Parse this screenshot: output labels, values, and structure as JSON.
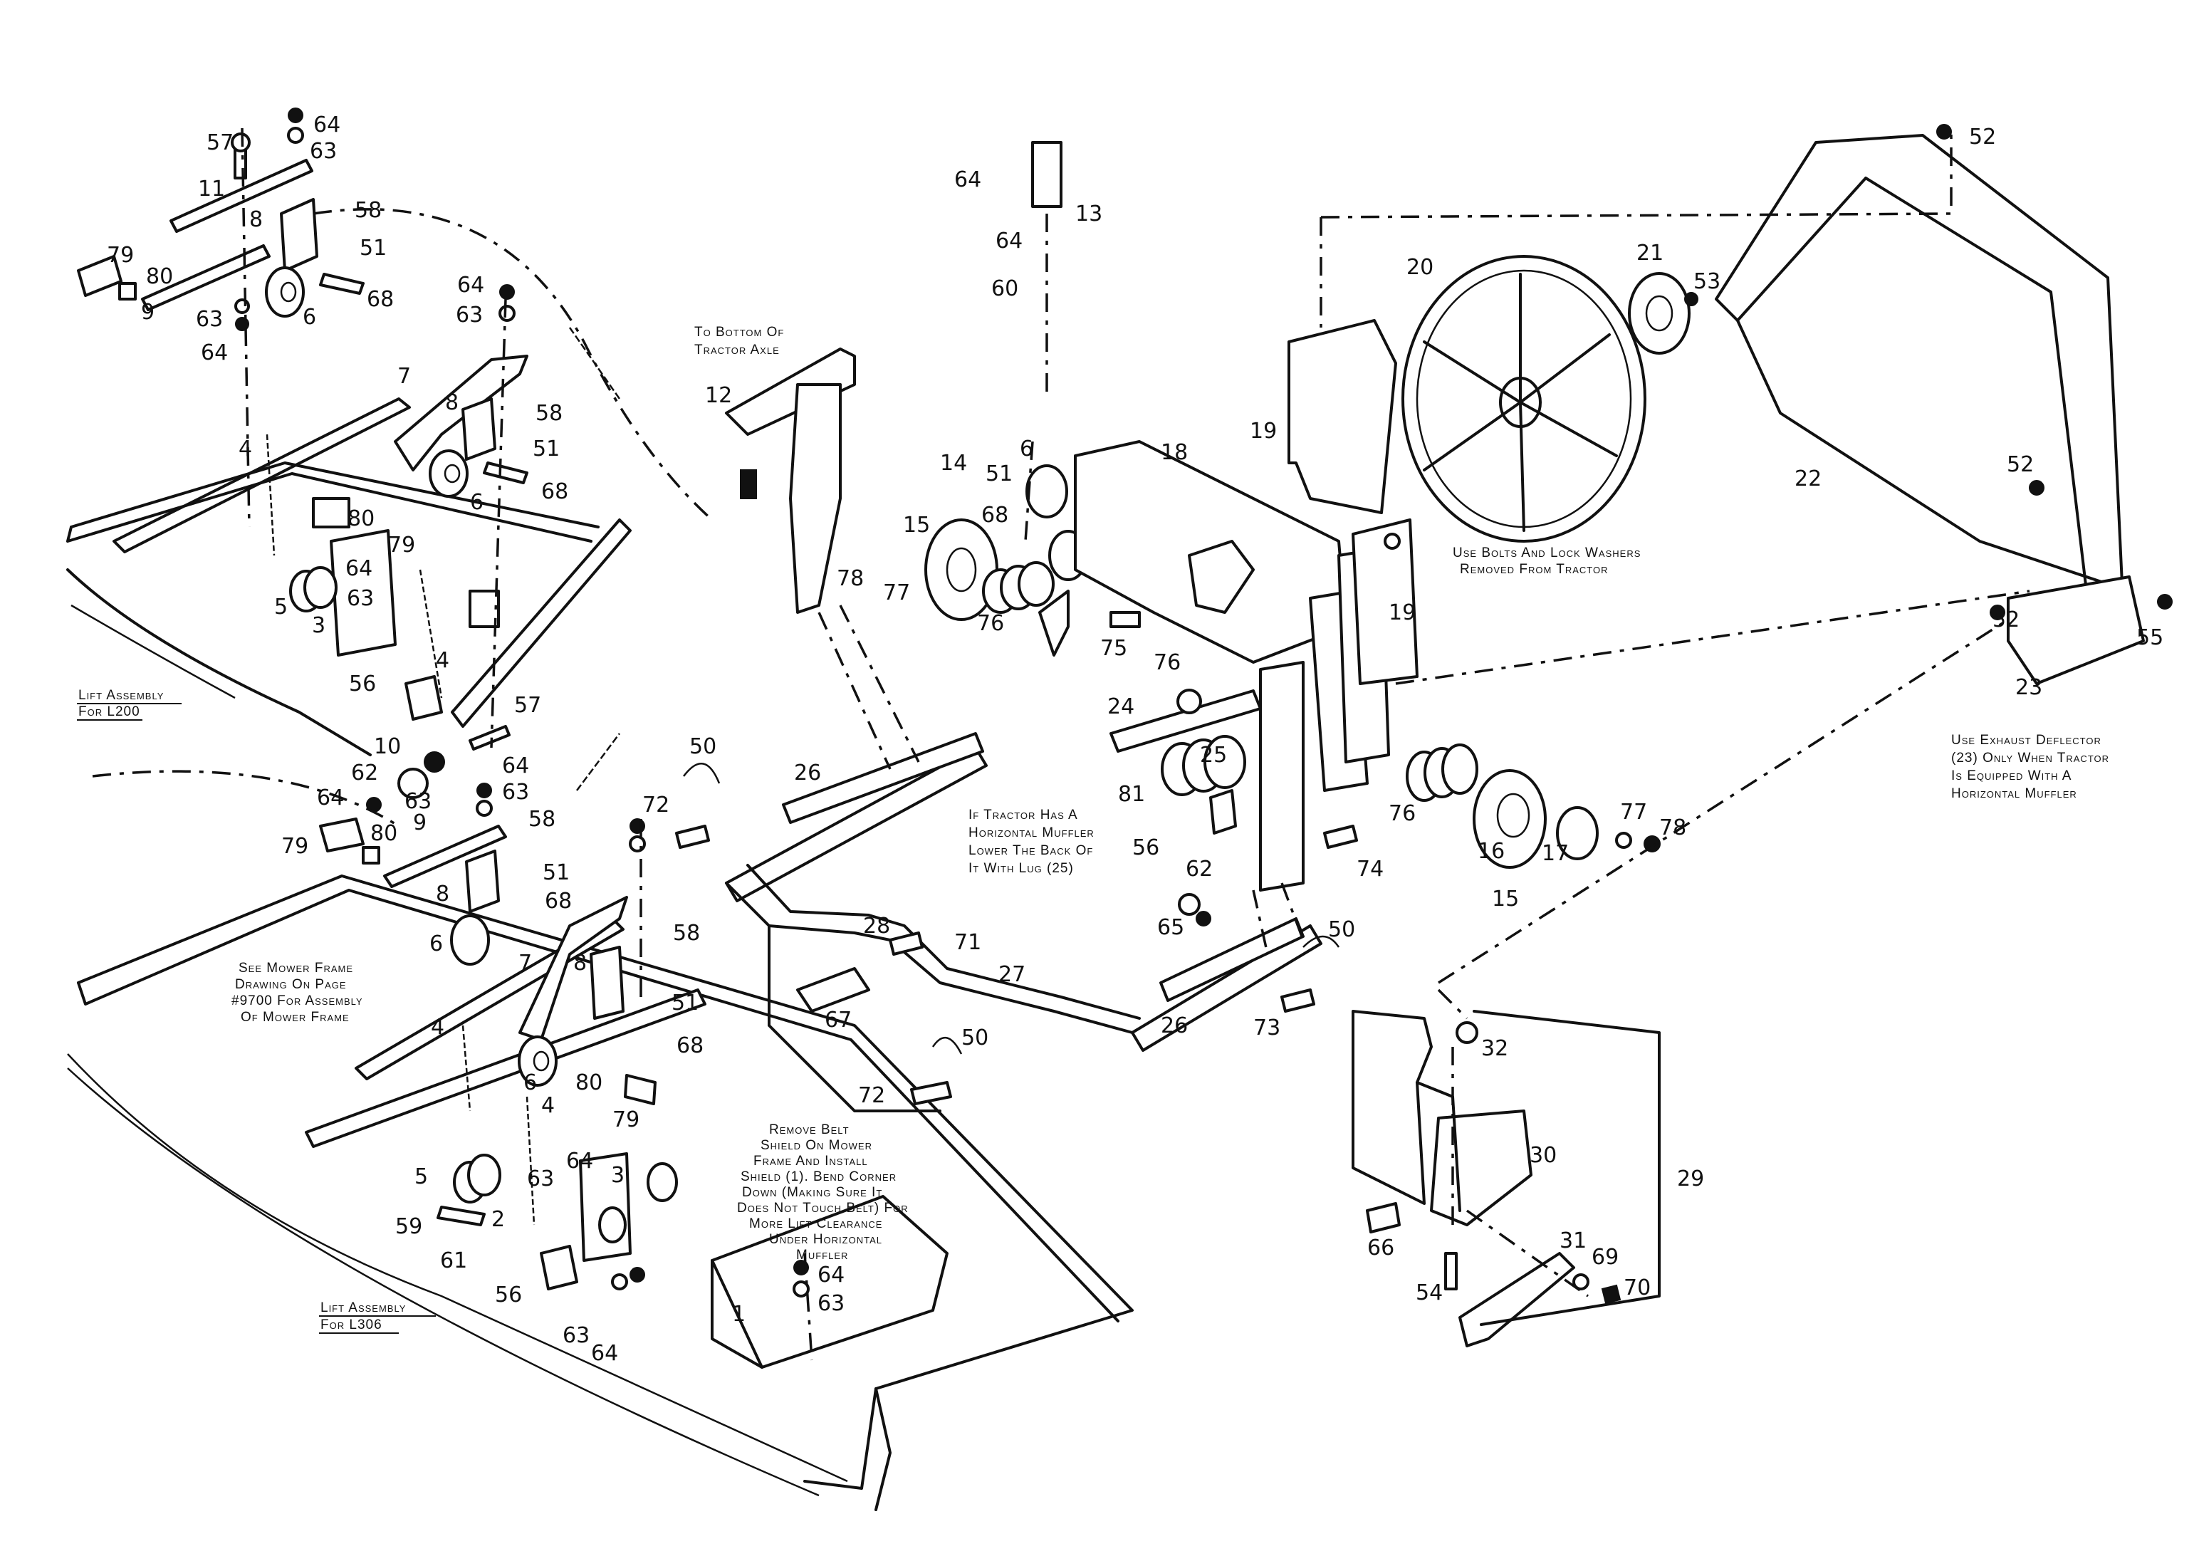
{
  "callouts": {
    "c57a": "57",
    "c64a": "64",
    "c63a": "63",
    "c11": "11",
    "c58a": "58",
    "c18a": "8",
    "c51a": "51",
    "c79a": "79",
    "c80a": "80",
    "c6a": "6",
    "c68a": "68",
    "c9a": "9",
    "c63b": "63",
    "c64b": "64",
    "c64c": "64",
    "c63c": "63",
    "c7a": "7",
    "c8b": "8",
    "c58b": "58",
    "c4a": "4",
    "c51b": "51",
    "c6b": "6",
    "c68b": "68",
    "c80b": "80",
    "c79b": "79",
    "c64d": "64",
    "c5a": "5",
    "c3a": "3",
    "c63d": "63",
    "c4b": "4",
    "c56a": "56",
    "c57b": "57",
    "c10": "10",
    "c62a": "62",
    "c64e": "64",
    "c63e": "63",
    "c64f": "64",
    "c63f": "63",
    "c9b": "9",
    "c79c": "79",
    "c80c": "80",
    "c58c": "58",
    "c51c": "51",
    "c8c": "8",
    "c68c": "68",
    "c6c": "6",
    "c7b": "7",
    "c8d": "8",
    "c58d": "58",
    "c51d": "51",
    "c68d": "68",
    "c4c": "4",
    "c6d": "6",
    "c80d": "80",
    "c79d": "79",
    "c4d": "4",
    "c5b": "5",
    "c63g": "63",
    "c64g": "64",
    "c3b": "3",
    "c2": "2",
    "c59": "59",
    "c61": "61",
    "c56b": "56",
    "c63h": "63",
    "c64h": "64",
    "c1": "1",
    "c64i": "64",
    "c63i": "63",
    "c12": "12",
    "c64j": "64",
    "c13": "13",
    "c64k": "64",
    "c60": "60",
    "c14": "14",
    "c51e": "51",
    "c6e": "6",
    "c18": "18",
    "c15a": "15",
    "c78a": "78",
    "c77a": "77",
    "c68e": "68",
    "c76a": "76",
    "c75": "75",
    "c76b": "76",
    "c24": "24",
    "c25": "25",
    "c81": "81",
    "c56c": "56",
    "c62b": "62",
    "c65": "65",
    "c50a": "50",
    "c72a": "72",
    "c26a": "26",
    "c28": "28",
    "c71": "71",
    "c27": "27",
    "c67": "67",
    "c50b": "50",
    "c72b": "72",
    "c26b": "26",
    "c73": "73",
    "c50c": "50",
    "c74": "74",
    "c19a": "19",
    "c19b": "19",
    "c20": "20",
    "c21": "21",
    "c53": "53",
    "c22": "22",
    "c52a": "52",
    "c52b": "52",
    "c52c": "52",
    "c23": "23",
    "c55": "55",
    "c76c": "76",
    "c16": "16",
    "c17": "17",
    "c77b": "77",
    "c78b": "78",
    "c15b": "15",
    "c32": "32",
    "c30": "30",
    "c29": "29",
    "c66": "66",
    "c31": "31",
    "c69": "69",
    "c54": "54",
    "c70": "70"
  },
  "notes": {
    "tractor_axle_1": "To Bottom Of",
    "tractor_axle_2": "Tractor Axle",
    "bolts_1": "Use Bolts And Lock Washers",
    "bolts_2": "Removed From Tractor",
    "exhaust_1": "Use Exhaust Deflector",
    "exhaust_2": "(23) Only When Tractor",
    "exhaust_3": "Is Equipped With A",
    "exhaust_4": "Horizontal Muffler",
    "muffler_1": "If Tractor Has A",
    "muffler_2": "Horizontal Muffler",
    "muffler_3": "Lower The Back Of",
    "muffler_4": "It With Lug (25)",
    "mower_1": "See Mower Frame",
    "mower_2": "Drawing On Page",
    "mower_3": "#9700 For Assembly",
    "mower_4": "Of Mower Frame",
    "lift_top_1": "Lift Assembly",
    "lift_top_2": "For L200",
    "lift_bottom_1": "Lift Assembly",
    "lift_bottom_2": "For L306",
    "belt_1": "Remove Belt",
    "belt_2": "Shield On Mower",
    "belt_3": "Frame And Install",
    "belt_4": "Shield (1). Bend Corner",
    "belt_5": "Down (Making Sure It",
    "belt_6": "Does Not Touch Belt) For",
    "belt_7": "More Lift Clearance",
    "belt_8": "Under Horizontal",
    "belt_9": "Muffler"
  }
}
